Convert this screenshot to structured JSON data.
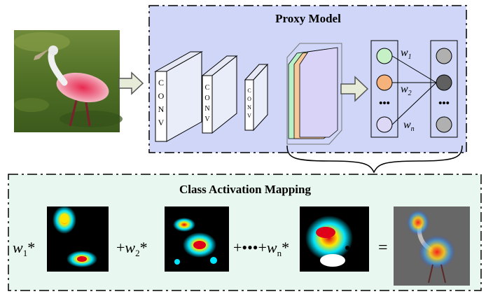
{
  "proxy_model": {
    "title": "Proxy Model",
    "conv_label": "CONV"
  },
  "fc": {
    "weights": [
      {
        "base": "w",
        "sub": "1"
      },
      {
        "base": "w",
        "sub": "2"
      },
      {
        "base": "w",
        "sub": "n"
      }
    ],
    "ellipsis": "•••"
  },
  "cam": {
    "title": "Class Activation Mapping",
    "terms": [
      {
        "base": "w",
        "sub": "1",
        "op": "*",
        "prefix": ""
      },
      {
        "base": "w",
        "sub": "2",
        "op": "*",
        "prefix": "+"
      },
      {
        "base": "w",
        "sub": "n",
        "op": "*",
        "prefix": "+•••+"
      }
    ],
    "equals": "="
  },
  "colors": {
    "proxy_bg": "#cfd6f7",
    "cam_bg": "#e8f7ef",
    "neuron_green": "#c6f0c6",
    "neuron_orange": "#f5b27a",
    "neuron_purple": "#ddd8f5",
    "neuron_gray": "#b0b0b0",
    "neuron_dark": "#606060"
  }
}
